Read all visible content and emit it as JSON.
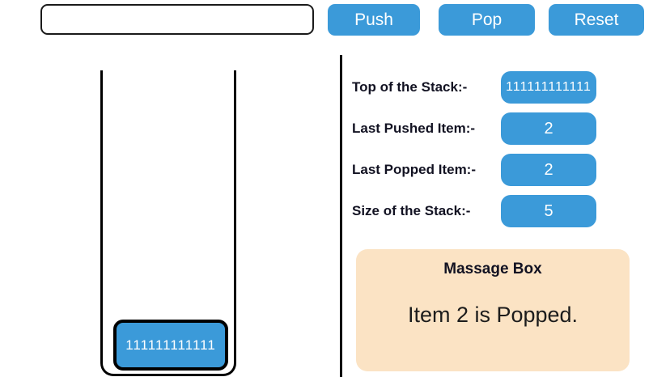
{
  "colors": {
    "primary_blue": "#3b9ad9",
    "peach": "#fbe3c4",
    "border_black": "#000000",
    "text_dark": "#121222",
    "button_text": "#ffffff"
  },
  "toolbar": {
    "input": {
      "value": "",
      "placeholder": ""
    },
    "push_label": "Push",
    "pop_label": "Pop",
    "reset_label": "Reset"
  },
  "stack": {
    "items": [
      {
        "value": "111111111111"
      }
    ]
  },
  "info": {
    "rows": [
      {
        "label": "Top of the Stack:-",
        "value": "111111111111"
      },
      {
        "label": "Last Pushed Item:-",
        "value": "2"
      },
      {
        "label": "Last Popped Item:-",
        "value": "2"
      },
      {
        "label": "Size of the Stack:-",
        "value": "5"
      }
    ]
  },
  "message_box": {
    "title": "Massage Box",
    "message": "Item 2 is Popped."
  }
}
